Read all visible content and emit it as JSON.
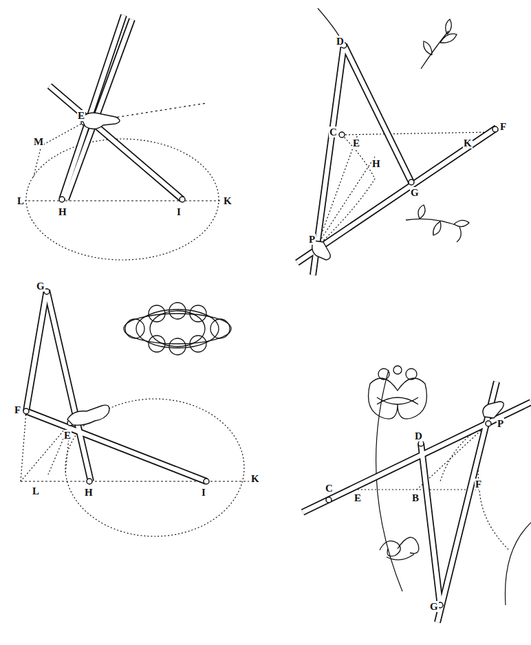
{
  "diagram": {
    "labels": [
      "E",
      "M",
      "L",
      "H",
      "I",
      "K",
      "D",
      "C",
      "E",
      "K",
      "F",
      "H",
      "G",
      "P",
      "G",
      "F",
      "E",
      "L",
      "H",
      "I",
      "K",
      "D",
      "C",
      "E",
      "B",
      "F",
      "P",
      "G"
    ]
  }
}
